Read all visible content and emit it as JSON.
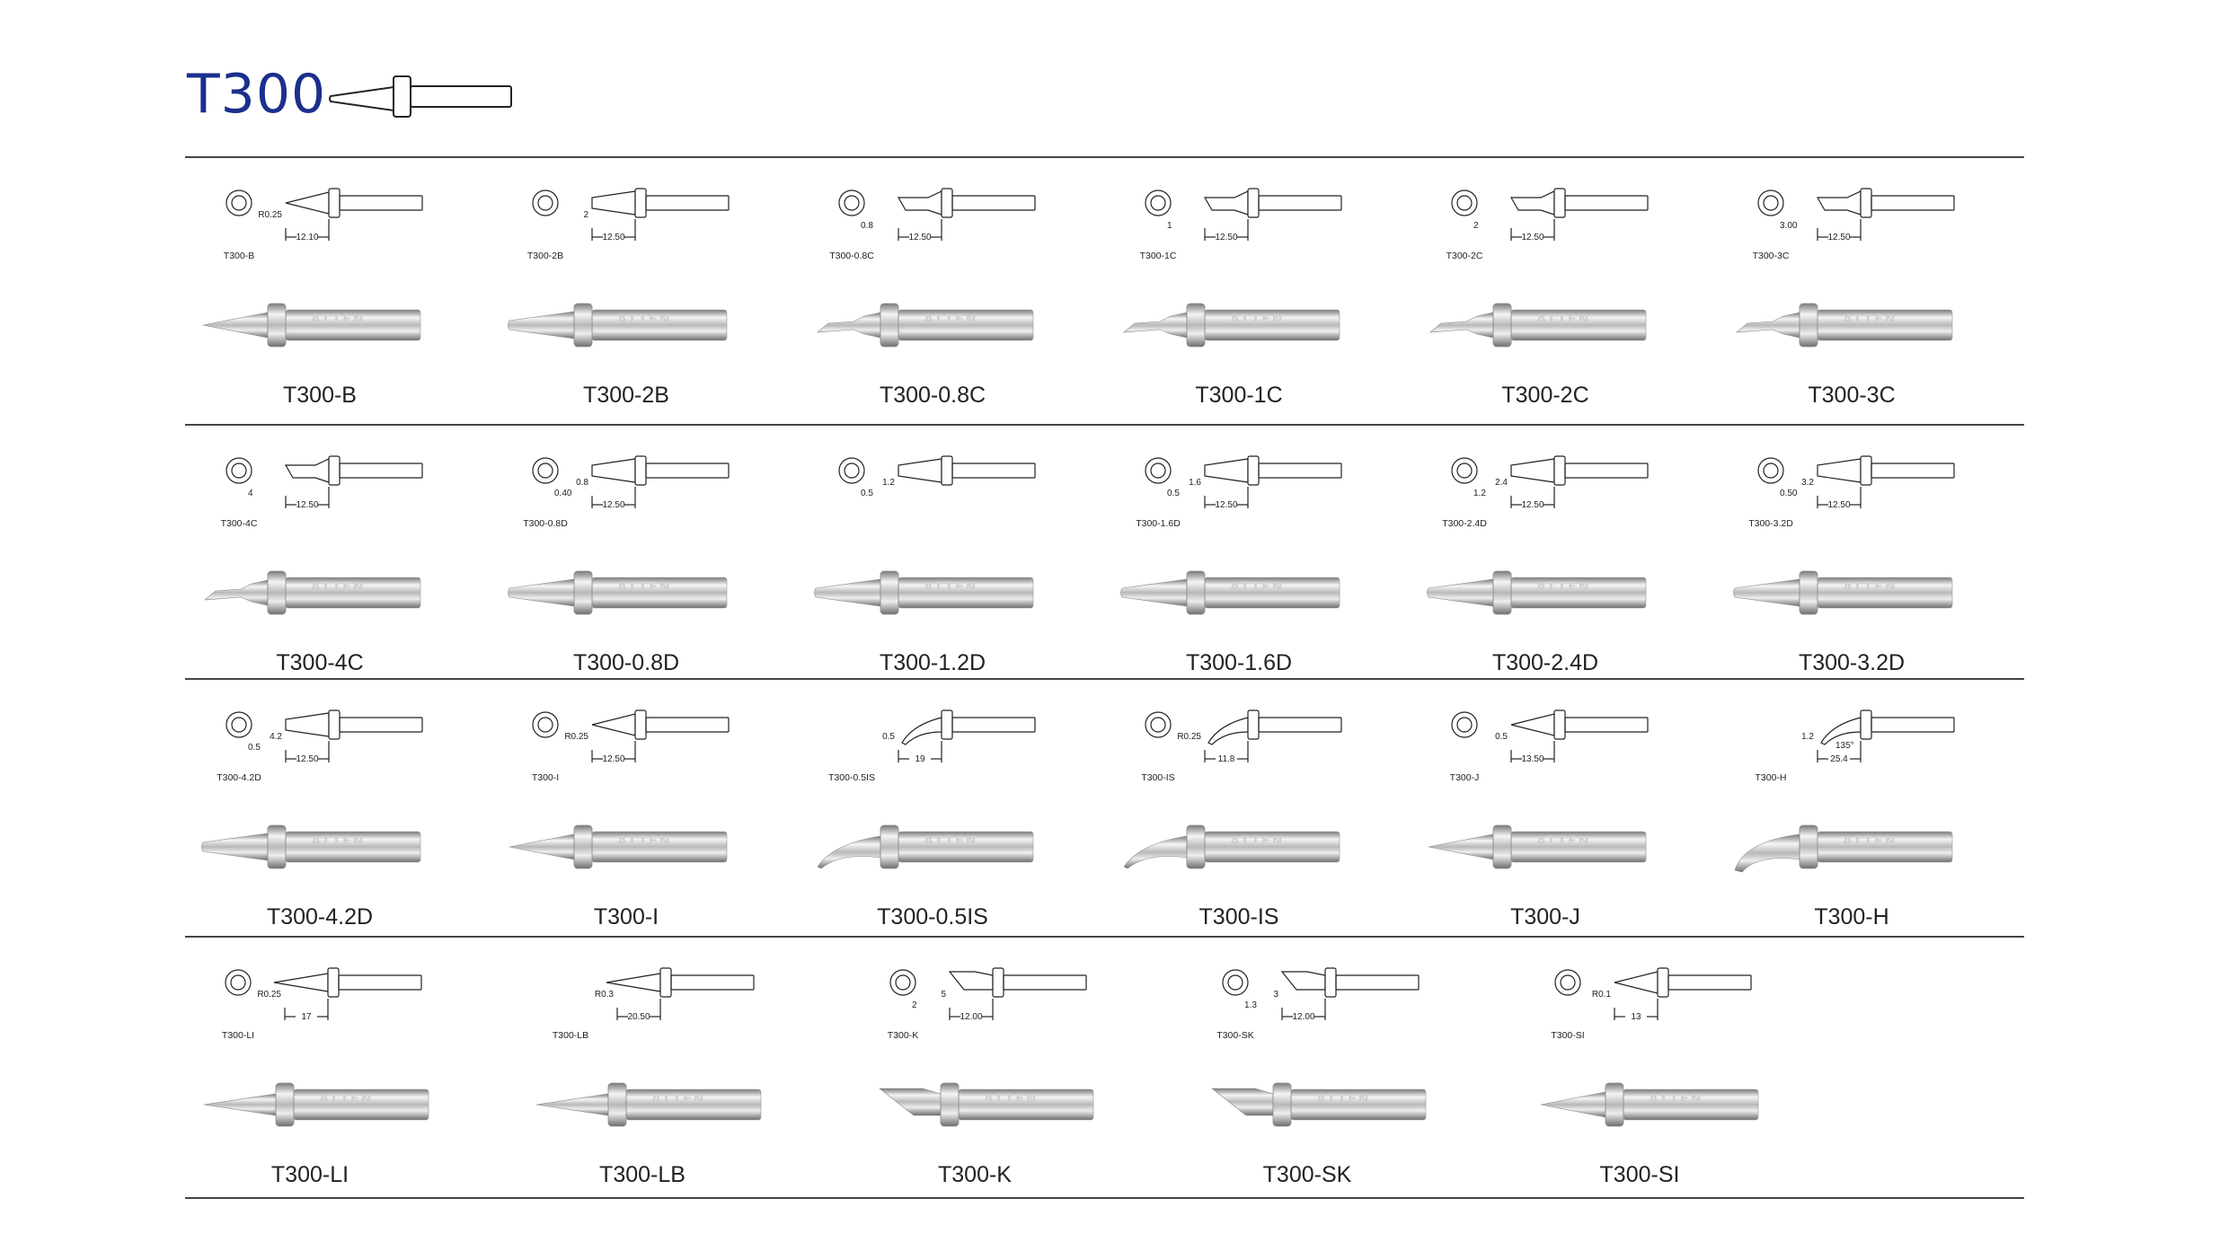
{
  "header": {
    "title": "T300"
  },
  "brand": "ATTEN",
  "colors": {
    "title": "#1b2f8c",
    "line": "#444444"
  },
  "rows": [
    [
      {
        "model": "T300-B",
        "drawing_label": "T300-B",
        "end_dim": null,
        "tip_dim": "R0.25",
        "length": "12.10"
      },
      {
        "model": "T300-2B",
        "drawing_label": "T300-2B",
        "end_dim": null,
        "tip_dim": "2",
        "length": "12.50"
      },
      {
        "model": "T300-0.8C",
        "drawing_label": "T300-0.8C",
        "end_dim": "0.8",
        "tip_dim": null,
        "length": "12.50"
      },
      {
        "model": "T300-1C",
        "drawing_label": "T300-1C",
        "end_dim": "1",
        "tip_dim": null,
        "length": "12.50"
      },
      {
        "model": "T300-2C",
        "drawing_label": "T300-2C",
        "end_dim": "2",
        "tip_dim": null,
        "length": "12.50"
      },
      {
        "model": "T300-3C",
        "drawing_label": "T300-3C",
        "end_dim": "3.00",
        "tip_dim": null,
        "length": "12.50"
      }
    ],
    [
      {
        "model": "T300-4C",
        "drawing_label": "T300-4C",
        "end_dim": "4",
        "tip_dim": null,
        "length": "12.50"
      },
      {
        "model": "T300-0.8D",
        "drawing_label": "T300-0.8D",
        "end_dim": "0.40",
        "tip_dim": "0.8",
        "length": "12.50"
      },
      {
        "model": "T300-1.2D",
        "drawing_label": null,
        "end_dim": "0.5",
        "tip_dim": "1.2",
        "length": null
      },
      {
        "model": "T300-1.6D",
        "drawing_label": "T300-1.6D",
        "end_dim": "0.5",
        "tip_dim": "1.6",
        "length": "12.50"
      },
      {
        "model": "T300-2.4D",
        "drawing_label": "T300-2.4D",
        "end_dim": "1.2",
        "tip_dim": "2.4",
        "length": "12.50"
      },
      {
        "model": "T300-3.2D",
        "drawing_label": "T300-3.2D",
        "end_dim": "0.50",
        "tip_dim": "3.2",
        "length": "12.50"
      }
    ],
    [
      {
        "model": "T300-4.2D",
        "drawing_label": "T300-4.2D",
        "end_dim": "0.5",
        "tip_dim": "4.2",
        "length": "12.50"
      },
      {
        "model": "T300-I",
        "drawing_label": "T300-I",
        "end_dim": null,
        "tip_dim": "R0.25",
        "length": "12.50"
      },
      {
        "model": "T300-0.5IS",
        "drawing_label": "T300-0.5IS",
        "end_dim": null,
        "tip_dim": "0.5",
        "length": "19"
      },
      {
        "model": "T300-IS",
        "drawing_label": "T300-IS",
        "end_dim": null,
        "tip_dim": "R0.25",
        "length": "11.8"
      },
      {
        "model": "T300-J",
        "drawing_label": "T300-J",
        "end_dim": null,
        "tip_dim": "0.5",
        "length": "13.50"
      },
      {
        "model": "T300-H",
        "drawing_label": "T300-H",
        "end_dim": null,
        "tip_dim": "1.2",
        "angle": "135°",
        "length": "25.4"
      }
    ],
    [
      {
        "model": "T300-LI",
        "drawing_label": "T300-LI",
        "end_dim": null,
        "tip_dim": "R0.25",
        "length": "17"
      },
      {
        "model": "T300-LB",
        "drawing_label": "T300-LB",
        "end_dim": null,
        "tip_dim": "R0.3",
        "length": "20.50"
      },
      {
        "model": "T300-K",
        "drawing_label": "T300-K",
        "end_dim": "2",
        "tip_dim": "5",
        "length": "12.00"
      },
      {
        "model": "T300-SK",
        "drawing_label": "T300-SK",
        "end_dim": "1.3",
        "tip_dim": "3",
        "length": "12.00"
      },
      {
        "model": "T300-SI",
        "drawing_label": "T300-SI",
        "end_dim": null,
        "tip_dim": "R0.1",
        "length": "13"
      }
    ]
  ]
}
